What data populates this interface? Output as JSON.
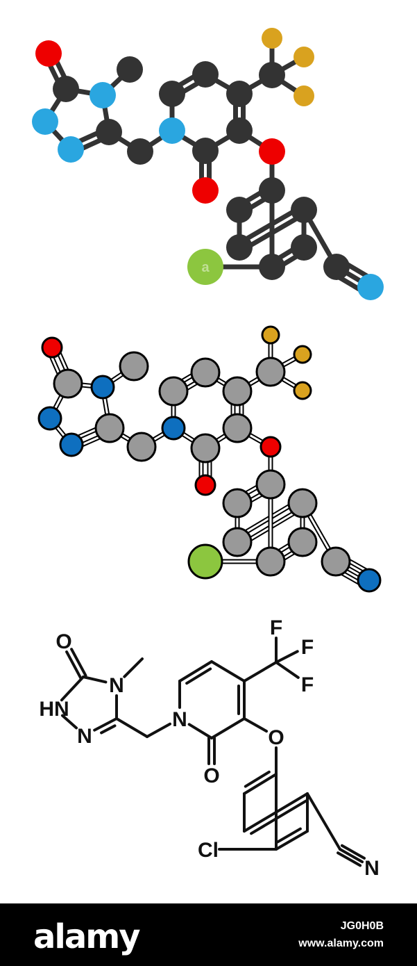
{
  "colors": {
    "background": "#ffffff",
    "carbon_dark": "#333333",
    "carbon_light": "#999999",
    "nitrogen_light": "#2aa6e0",
    "nitrogen_dark": "#0e6fbf",
    "oxygen": "#ee0000",
    "fluorine": "#d9a21f",
    "chlorine": "#8cc63f",
    "bond": "#333333",
    "outline": "#000000",
    "line_drawing": "#111111",
    "footer_bg": "#000000",
    "footer_text": "#ffffff"
  },
  "molecule": {
    "atoms": [
      {
        "id": "O1",
        "element": "O",
        "label": "O"
      },
      {
        "id": "C2",
        "element": "C",
        "label": ""
      },
      {
        "id": "N3",
        "element": "N",
        "label": "N"
      },
      {
        "id": "CM",
        "element": "C",
        "label": ""
      },
      {
        "id": "N4",
        "element": "N",
        "label": "HN"
      },
      {
        "id": "N5",
        "element": "N",
        "label": "N"
      },
      {
        "id": "C6",
        "element": "C",
        "label": ""
      },
      {
        "id": "C7",
        "element": "C",
        "label": ""
      },
      {
        "id": "N8",
        "element": "N",
        "label": "N"
      },
      {
        "id": "C9",
        "element": "C",
        "label": ""
      },
      {
        "id": "C10",
        "element": "C",
        "label": ""
      },
      {
        "id": "C11",
        "element": "C",
        "label": ""
      },
      {
        "id": "C12",
        "element": "C",
        "label": ""
      },
      {
        "id": "C13",
        "element": "C",
        "label": ""
      },
      {
        "id": "O14",
        "element": "O",
        "label": "O"
      },
      {
        "id": "C15",
        "element": "C",
        "label": ""
      },
      {
        "id": "F1",
        "element": "F",
        "label": "F"
      },
      {
        "id": "F2",
        "element": "F",
        "label": "F"
      },
      {
        "id": "F3",
        "element": "F",
        "label": "F"
      },
      {
        "id": "O16",
        "element": "O",
        "label": "O"
      },
      {
        "id": "C17",
        "element": "C",
        "label": ""
      },
      {
        "id": "C18",
        "element": "C",
        "label": ""
      },
      {
        "id": "C19",
        "element": "C",
        "label": ""
      },
      {
        "id": "C20",
        "element": "C",
        "label": ""
      },
      {
        "id": "C21",
        "element": "C",
        "label": ""
      },
      {
        "id": "C22",
        "element": "C",
        "label": ""
      },
      {
        "id": "CL",
        "element": "Cl",
        "label": "Cl"
      },
      {
        "id": "C23",
        "element": "C",
        "label": ""
      },
      {
        "id": "N24",
        "element": "N",
        "label": "N"
      }
    ],
    "bonds": [
      {
        "a": "O1",
        "b": "C2",
        "order": 2
      },
      {
        "a": "C2",
        "b": "N3",
        "order": 1
      },
      {
        "a": "N3",
        "b": "CM",
        "order": 1
      },
      {
        "a": "C2",
        "b": "N4",
        "order": 1
      },
      {
        "a": "N4",
        "b": "N5",
        "order": 1
      },
      {
        "a": "N5",
        "b": "C6",
        "order": 2
      },
      {
        "a": "C6",
        "b": "N3",
        "order": 1
      },
      {
        "a": "C6",
        "b": "C7",
        "order": 1
      },
      {
        "a": "C7",
        "b": "N8",
        "order": 1
      },
      {
        "a": "N8",
        "b": "C9",
        "order": 1
      },
      {
        "a": "C9",
        "b": "C10",
        "order": 2
      },
      {
        "a": "C10",
        "b": "C11",
        "order": 1
      },
      {
        "a": "C11",
        "b": "C12",
        "order": 2
      },
      {
        "a": "C12",
        "b": "C13",
        "order": 1
      },
      {
        "a": "C13",
        "b": "N8",
        "order": 1
      },
      {
        "a": "C13",
        "b": "O14",
        "order": 2
      },
      {
        "a": "C11",
        "b": "C15",
        "order": 1
      },
      {
        "a": "C15",
        "b": "F1",
        "order": 1
      },
      {
        "a": "C15",
        "b": "F2",
        "order": 1
      },
      {
        "a": "C15",
        "b": "F3",
        "order": 1
      },
      {
        "a": "C12",
        "b": "O16",
        "order": 1
      },
      {
        "a": "O16",
        "b": "C17",
        "order": 1
      },
      {
        "a": "C17",
        "b": "C18",
        "order": 2
      },
      {
        "a": "C18",
        "b": "C19",
        "order": 1
      },
      {
        "a": "C19",
        "b": "C20",
        "order": 2
      },
      {
        "a": "C20",
        "b": "C21",
        "order": 1
      },
      {
        "a": "C21",
        "b": "C22",
        "order": 2
      },
      {
        "a": "C22",
        "b": "C17",
        "order": 1
      },
      {
        "a": "C22",
        "b": "CL",
        "order": 1
      },
      {
        "a": "C20",
        "b": "C23",
        "order": 1
      },
      {
        "a": "C23",
        "b": "N24",
        "order": 3
      }
    ]
  },
  "watermark": {
    "logo": "alamy",
    "image_id": "JG0H0B",
    "url": "www.alamy.com"
  }
}
